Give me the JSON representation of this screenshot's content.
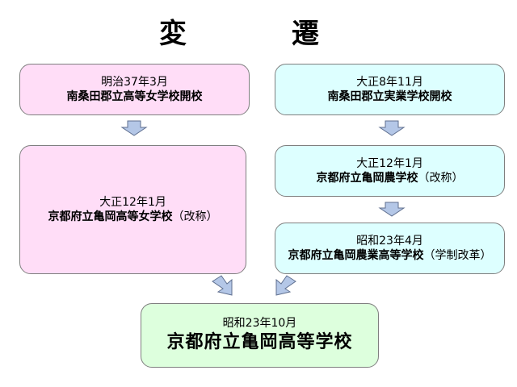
{
  "title": "変　遷",
  "boxes": {
    "girls_founding": {
      "date": "明治37年3月",
      "name": "南桑田郡立高等女学校開校"
    },
    "practical_founding": {
      "date": "大正8年11月",
      "name": "南桑田郡立実業学校開校"
    },
    "agri_rename": {
      "date": "大正12年1月",
      "name": "京都府立亀岡農学校",
      "note": "（改称）"
    },
    "girls_rename": {
      "date": "大正12年1月",
      "name": "京都府立亀岡高等女学校",
      "note": "（改称）"
    },
    "agri_high": {
      "date": "昭和23年4月",
      "name": "京都府立亀岡農業高等学校",
      "note": "（学制改革）"
    },
    "final": {
      "date": "昭和23年10月",
      "name": "京都府立亀岡高等学校"
    }
  },
  "colors": {
    "left_column": "#ffddf7",
    "right_column": "#ddffff",
    "final_box": "#ddffdd",
    "arrow_fill": "#b4c7e7",
    "arrow_stroke": "#5f6f8f"
  }
}
